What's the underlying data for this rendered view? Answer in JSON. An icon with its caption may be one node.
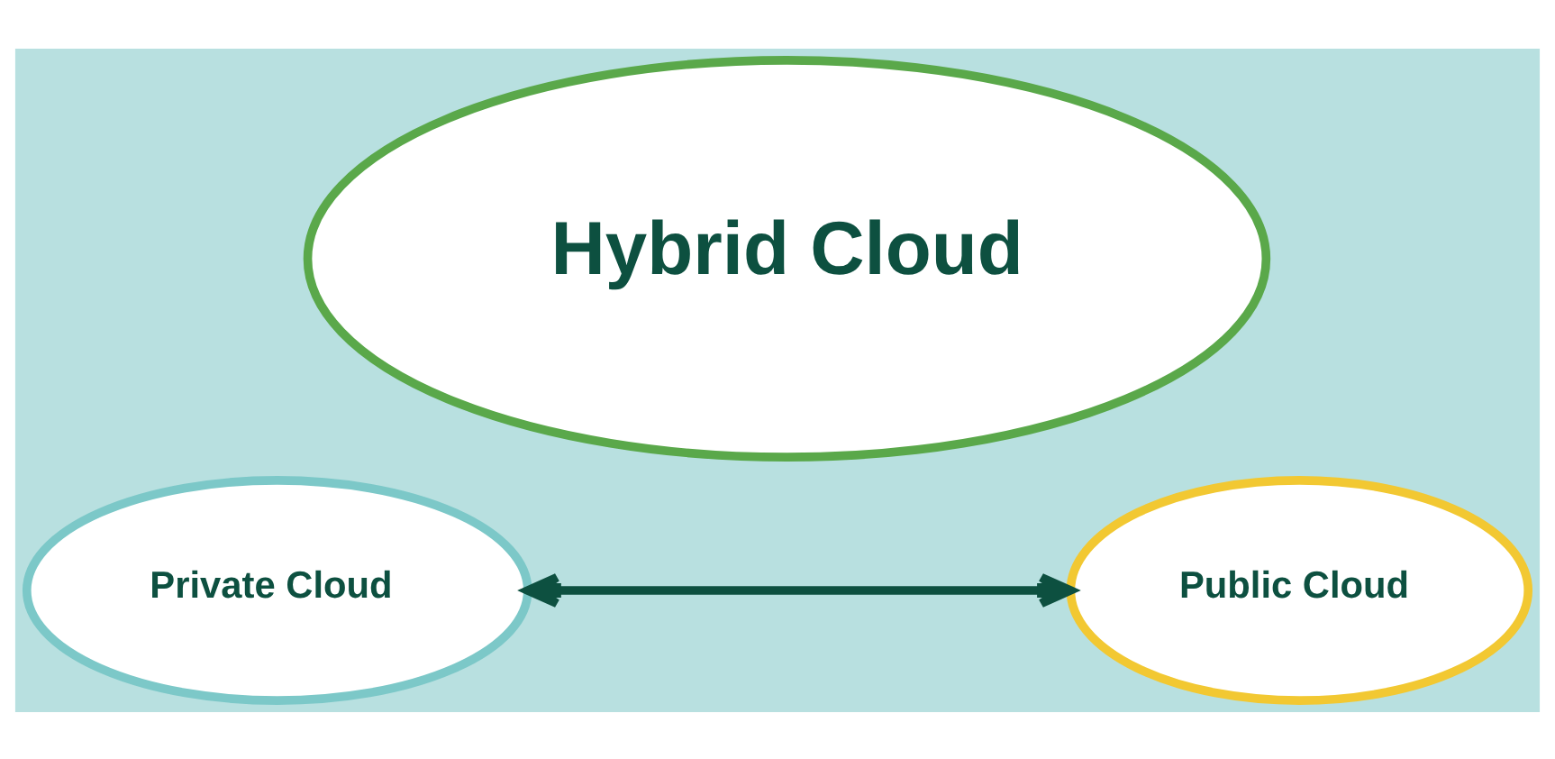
{
  "diagram": {
    "nodes": [
      {
        "text": [
          "Hybrid Cloud"
        ]
      },
      {
        "text": [
          "Private Cloud"
        ]
      },
      {
        "text": [
          "Public Cloud"
        ]
      }
    ],
    "edges": [
      {
        "from": 1,
        "to": 2,
        "arrow": "both"
      }
    ]
  }
}
